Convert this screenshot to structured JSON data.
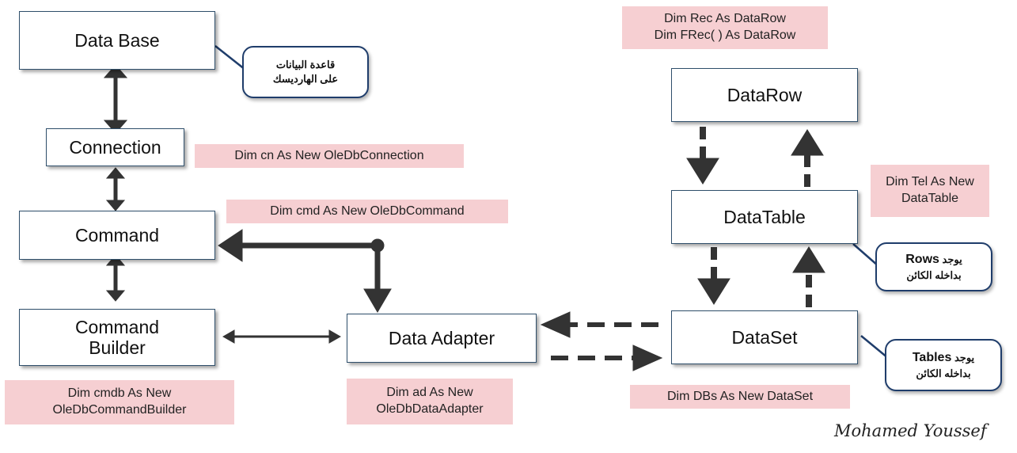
{
  "nodes": {
    "database": "Data Base",
    "connection": "Connection",
    "command": "Command",
    "command_builder": "Command\nBuilder",
    "data_adapter": "Data Adapter",
    "datarow": "DataRow",
    "datatable": "DataTable",
    "dataset": "DataSet"
  },
  "code_labels": {
    "datarow_decl": "Dim Rec As DataRow\nDim FRec( ) As DataRow",
    "connection_decl": "Dim cn As New OleDbConnection",
    "command_decl": "Dim cmd As New OleDbCommand",
    "datatable_decl": "Dim Tel As New\nDataTable",
    "command_builder_decl": "Dim cmdb As New\nOleDbCommandBuilder",
    "data_adapter_decl": "Dim ad As New\nOleDbDataAdapter",
    "dataset_decl": "Dim DBs As New DataSet"
  },
  "callouts": {
    "database_line1": "قاعدة البيانات",
    "database_line2": "على الهارديسك",
    "rows_word": "Rows",
    "rows_prefix": "يوجد",
    "rows_line2": "بداخله الكائن",
    "tables_word": "Tables",
    "tables_prefix": "يوجد",
    "tables_line2": "بداخله الكائن"
  },
  "signature": "Mohamed Youssef",
  "colors": {
    "box_border": "#2f4f6b",
    "code_bg": "#f6cfd2",
    "arrow": "#333333",
    "bubble_border": "#1f3d6b"
  }
}
